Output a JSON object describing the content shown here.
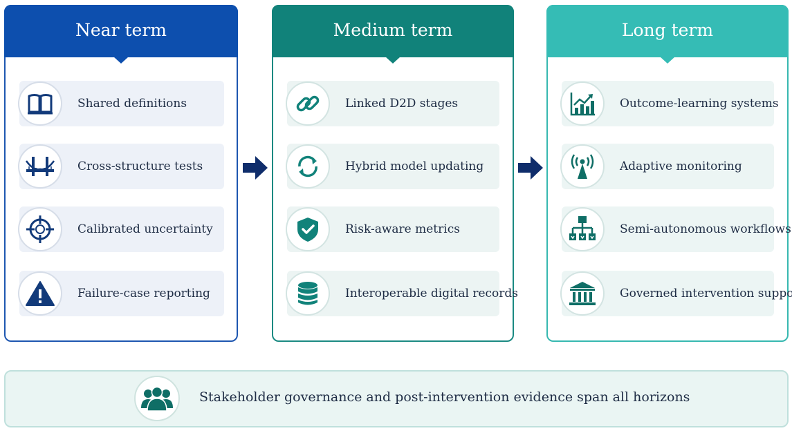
{
  "columns": [
    {
      "title": "Near term",
      "items": [
        {
          "label": "Shared definitions",
          "icon": "book-icon"
        },
        {
          "label": "Cross-structure tests",
          "icon": "bridge-icon"
        },
        {
          "label": "Calibrated uncertainty",
          "icon": "crosshair-icon"
        },
        {
          "label": "Failure-case reporting",
          "icon": "warning-icon"
        }
      ]
    },
    {
      "title": "Medium term",
      "items": [
        {
          "label": "Linked D2D stages",
          "icon": "chain-link-icon"
        },
        {
          "label": "Hybrid model updating",
          "icon": "refresh-icon"
        },
        {
          "label": "Risk-aware metrics",
          "icon": "shield-check-icon"
        },
        {
          "label": "Interoperable digital records",
          "icon": "database-icon"
        }
      ]
    },
    {
      "title": "Long term",
      "items": [
        {
          "label": "Outcome-learning systems",
          "icon": "growth-chart-icon"
        },
        {
          "label": "Adaptive monitoring",
          "icon": "antenna-icon"
        },
        {
          "label": "Semi-autonomous workflows",
          "icon": "workflow-icon"
        },
        {
          "label": "Governed intervention support",
          "icon": "institution-icon"
        }
      ]
    }
  ],
  "footer": {
    "text": "Stakeholder governance and post-intervention evidence span all horizons",
    "icon": "people-group-icon"
  },
  "colors": {
    "near": "#0d4fae",
    "medium": "#11827a",
    "long": "#35bcb5",
    "arrow": "#0f2d6b",
    "text": "#1e2c44"
  }
}
